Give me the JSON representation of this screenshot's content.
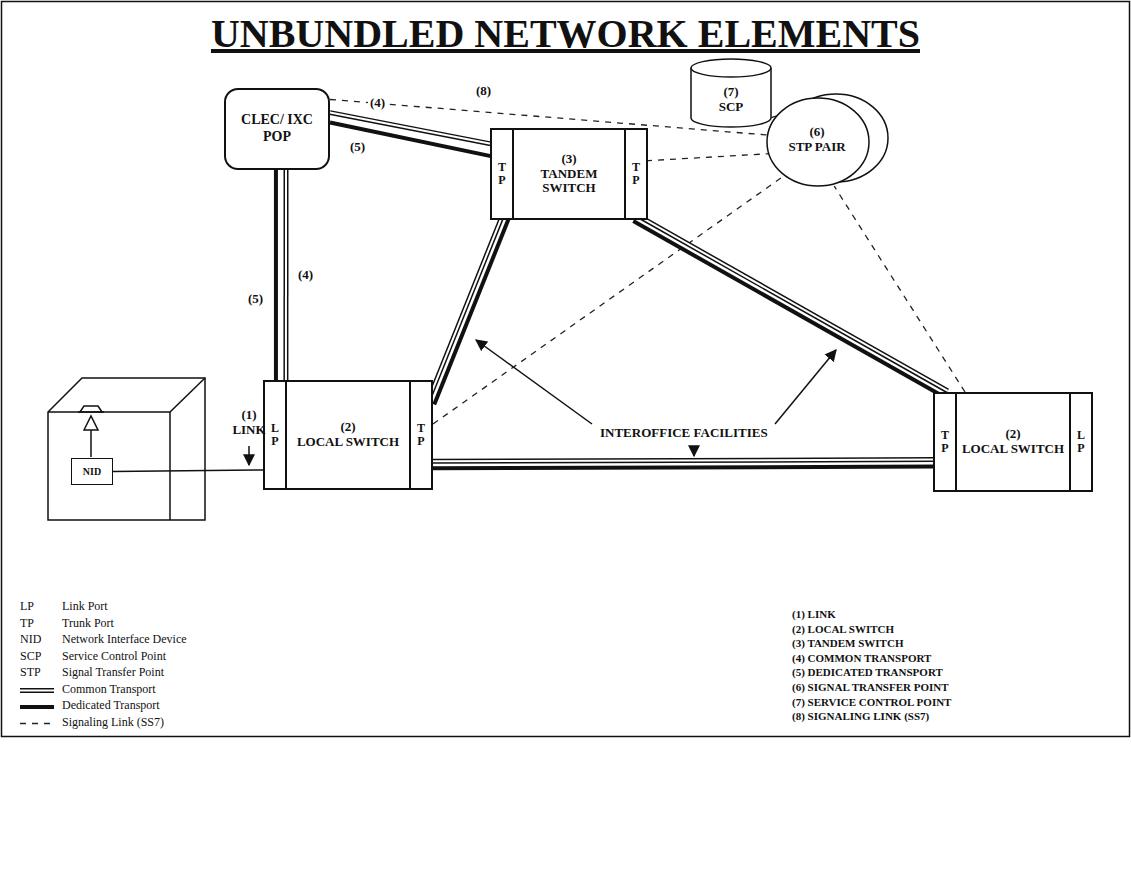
{
  "diagram": {
    "title": "UNBUNDLED NETWORK ELEMENTS",
    "nodes": [
      {
        "text": [
          "CLEC/ IXC POP"
        ]
      },
      {
        "text": [
          "(3)",
          "TANDEM SWITCH"
        ]
      },
      {
        "text": [
          "T P"
        ],
        "in": 1
      },
      {
        "text": [
          "T P"
        ],
        "in": 1
      },
      {
        "text": [
          "(7)",
          "SCP"
        ]
      },
      {
        "text": [
          "(6)",
          "STP PAIR"
        ]
      },
      {
        "text": [
          "(2)",
          "LOCAL SWITCH"
        ]
      },
      {
        "text": [
          "L P"
        ],
        "in": 6
      },
      {
        "text": [
          "T P"
        ],
        "in": 6
      },
      {
        "text": [
          "(2)",
          "LOCAL SWITCH"
        ]
      },
      {
        "text": [
          "T P"
        ],
        "in": 9
      },
      {
        "text": [
          "L P"
        ],
        "in": 9
      },
      {
        "text": [
          "NID"
        ]
      }
    ],
    "edges": [
      {
        "from": 0,
        "to": 2,
        "arrow": "none",
        "label": "(4)"
      },
      {
        "from": 0,
        "to": 2,
        "arrow": "none",
        "label": "(5)"
      },
      {
        "from": 0,
        "to": 6,
        "arrow": "none",
        "label": "(5)"
      },
      {
        "from": 0,
        "to": 6,
        "arrow": "none",
        "label": "(4)"
      },
      {
        "from": 0,
        "to": 5,
        "arrow": "none",
        "label": "(8)"
      },
      {
        "from": 3,
        "to": 5,
        "arrow": "none"
      },
      {
        "from": 6,
        "to": 5,
        "arrow": "none"
      },
      {
        "from": 9,
        "to": 5,
        "arrow": "none"
      },
      {
        "from": 4,
        "to": 5,
        "arrow": "none"
      },
      {
        "from": 8,
        "to": 2,
        "arrow": "none"
      },
      {
        "from": 3,
        "to": 10,
        "arrow": "none"
      },
      {
        "from": 8,
        "to": 10,
        "arrow": "none"
      },
      {
        "from": 12,
        "to": 7,
        "arrow": "none"
      }
    ],
    "labels": [
      "(1) LINK",
      "INTEROFFICE FACILITIES",
      "LP",
      "Link Port",
      "TP",
      "Trunk Port",
      "NID",
      "Network Interface Device",
      "SCP",
      "Service Control Point",
      "STP",
      "Signal Transfer Point",
      "(1) LINK",
      "(2) LOCAL SWITCH",
      "(3) TANDEM SWITCH",
      "(4) COMMON TRANSPORT",
      "(5) DEDICATED TRANSPORT",
      "(6) SIGNAL TRANSFER POINT",
      "(7) SERVICE CONTROL POINT",
      "(8) SIGNALING LINK (SS7)"
    ],
    "legend": [
      {
        "text": "Common Transport"
      },
      {
        "text": "Dedicated Transport"
      },
      {
        "text": "Signaling Link (SS7)"
      }
    ]
  }
}
